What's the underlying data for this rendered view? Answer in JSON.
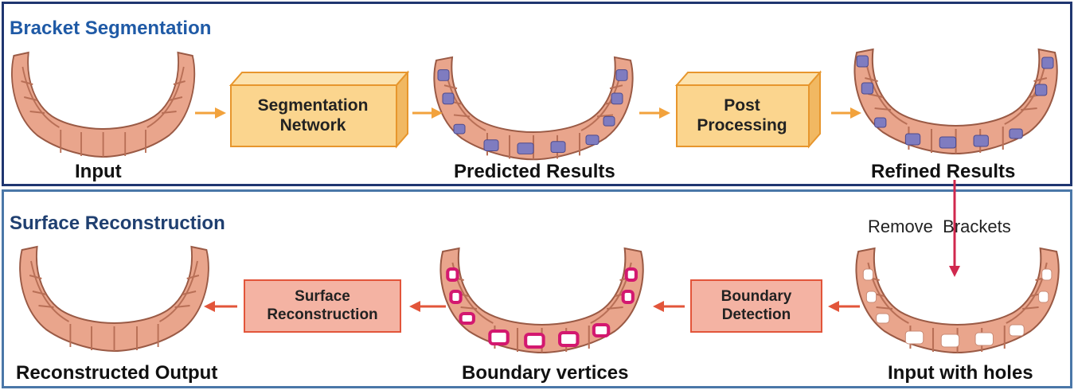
{
  "sections": {
    "top_title": "Bracket Segmentation",
    "bottom_title": "Surface Reconstruction"
  },
  "top_row": {
    "input_label": "Input",
    "network_box": "Segmentation Network",
    "predicted_label": "Predicted Results",
    "post_box": "Post Processing",
    "refined_label": "Refined Results"
  },
  "transition": {
    "remove_label": "Remove  Brackets"
  },
  "bottom_row": {
    "holes_label": "Input with holes",
    "boundary_box": "Boundary Detection",
    "vertices_label": "Boundary vertices",
    "surface_box": "Surface Reconstruction",
    "output_label": "Reconstructed Output"
  },
  "colors": {
    "top_border": "#1f3670",
    "bottom_border": "#4a77a8",
    "arrow_top": "#f2a23c",
    "arrow_bottom": "#e2553a",
    "remove_arrow": "#d0284e",
    "box_top_fill": "#fbd58e",
    "box_bottom_fill": "#f4b3a3",
    "tooth": "#e9a58c",
    "bracket": "#7f7cc0",
    "boundary": "#d3186f"
  }
}
